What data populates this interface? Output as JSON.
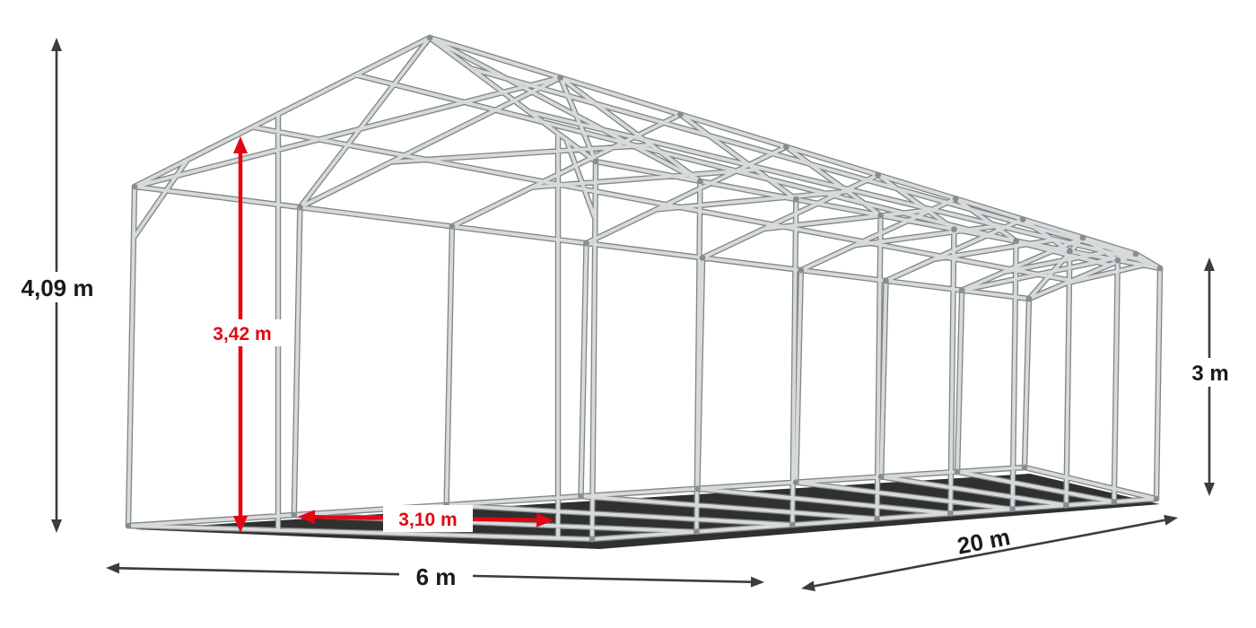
{
  "diagram": {
    "measurements": {
      "total_height": "4,09 m",
      "entrance_height": "3,42 m",
      "side_height": "3 m",
      "width": "6 m",
      "entrance_width": "3,10 m",
      "length": "20 m"
    },
    "colors": {
      "background": "#ffffff",
      "dimension_arrow": "#3c3c3c",
      "dimension_label_text": "#1a1a1a",
      "highlight_arrow": "#e30613",
      "frame_tube_light": "#d7dadb",
      "frame_tube_dark": "#7f8587",
      "joint_connector": "#878d90",
      "ground_shadow": "#191919"
    }
  }
}
